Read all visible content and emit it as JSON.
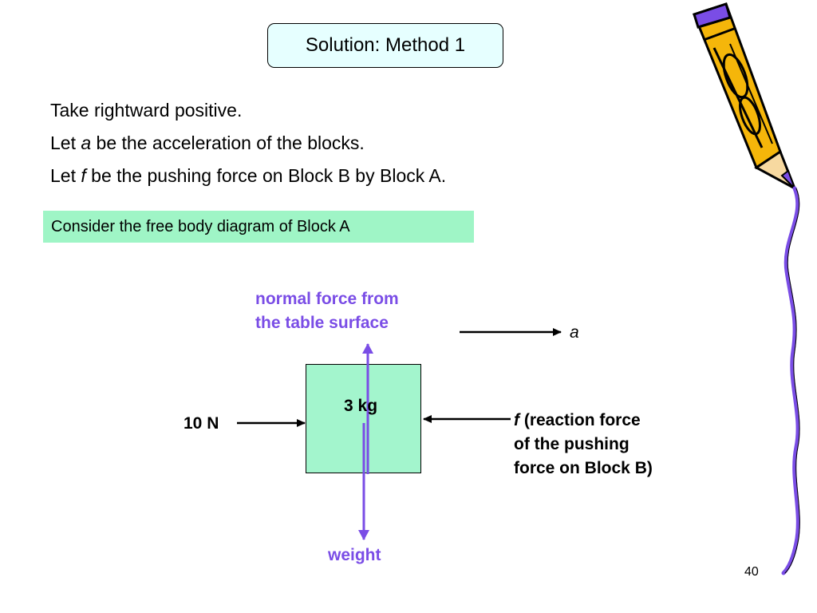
{
  "slide": {
    "title": "Solution: Method 1",
    "lines": [
      {
        "prefix": "Take rightward positive.",
        "var": "",
        "rest": ""
      },
      {
        "prefix": "Let ",
        "var": "a",
        "rest": " be the acceleration of the blocks."
      },
      {
        "prefix": "Let ",
        "var": "f",
        "rest": " be the pushing force on Block B by Block A."
      }
    ],
    "highlight": "Consider the free body diagram of Block A",
    "page_number": "40"
  },
  "diagram": {
    "normal_label_line1": "normal force from",
    "normal_label_line2": "the table surface",
    "accel_label": "a",
    "mass_label": "3 kg",
    "applied_force_label": "10 N",
    "reaction_var": "f",
    "reaction_line1": " (reaction force",
    "reaction_line2": "of the pushing",
    "reaction_line3": "force on Block B)",
    "weight_label": "weight"
  },
  "colors": {
    "purple_arrow": "#7a4de6",
    "block_fill": "#a3f5cd",
    "highlight_fill": "#9ff5c6",
    "title_fill": "#e6ffff",
    "pencil_yellow": "#f5b60a",
    "pencil_purple": "#7a4de6"
  },
  "icons": {
    "decoration": "pencil-icon"
  }
}
